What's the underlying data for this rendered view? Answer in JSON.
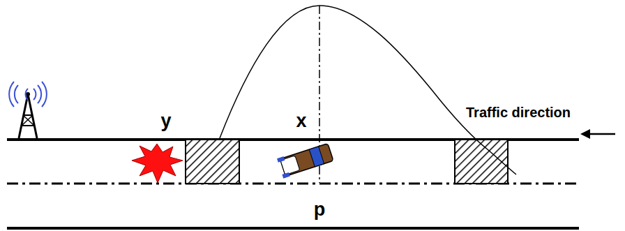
{
  "diagram": {
    "labels": [
      "y",
      "x",
      "Traffic direction",
      "p"
    ]
  }
}
